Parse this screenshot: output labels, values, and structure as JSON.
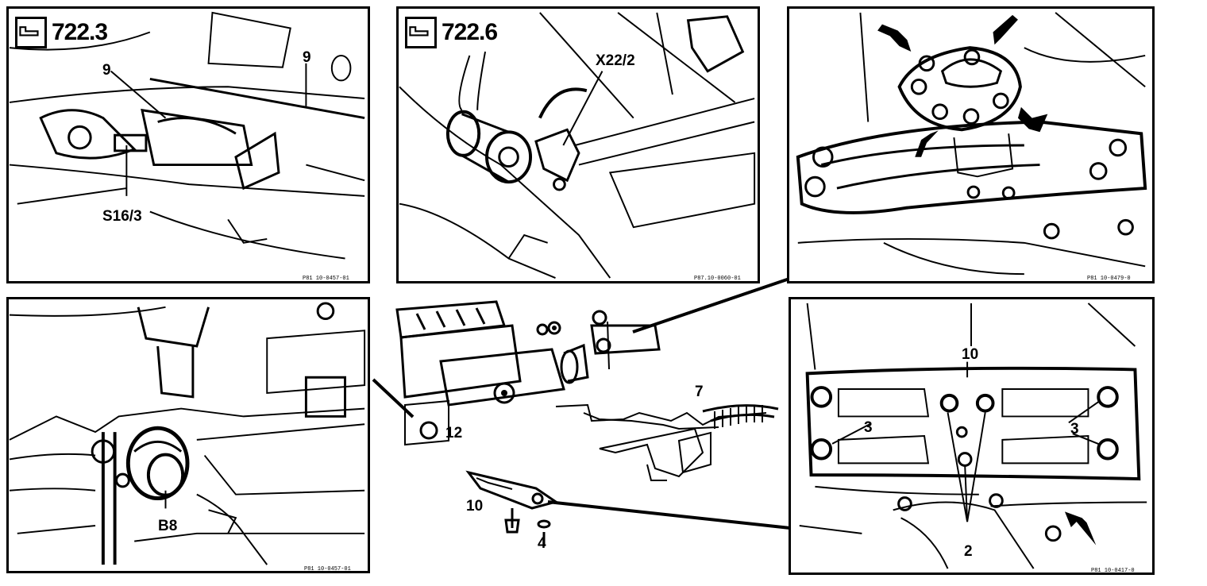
{
  "panels": {
    "top_left": {
      "variant": "722.3",
      "callouts": {
        "a": "9",
        "b": "S16/3",
        "c": "9"
      },
      "code": "P81 10-0457-01"
    },
    "top_mid": {
      "variant": "722.6",
      "callouts": {
        "a": "X22/2"
      },
      "code": "P87.10-0060-01"
    },
    "top_right": {
      "code": "P81 10-0479-0"
    },
    "bottom_left": {
      "callouts": {
        "a": "B8"
      },
      "code": "P81 10-0457-01"
    },
    "bottom_right": {
      "callouts": {
        "a": "10",
        "b": "3",
        "c": "3",
        "d": "2"
      },
      "code": "P81 10-0417-0"
    }
  },
  "center": {
    "callouts": {
      "a": "7",
      "b": "12",
      "c": "10",
      "d": "4"
    }
  },
  "icons": {
    "variant_icon": "transmission-variant-icon",
    "arrow_icon": "pointer-arrow-icon"
  }
}
